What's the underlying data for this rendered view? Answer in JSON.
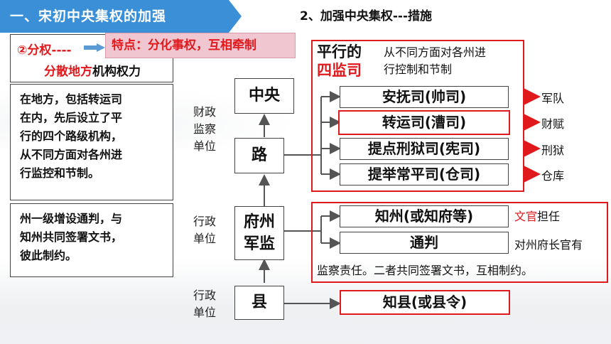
{
  "header": {
    "section_title": "一、宋初中央集权的加强",
    "measures_title": "2、加强中央集权---措施"
  },
  "left_panel": {
    "fenquan_label": "②分权----",
    "fenquan_line2_red": "分散地方",
    "fenquan_line2_black": "机构权力",
    "feature": "特点：分化事权，互相牵制",
    "para1": [
      "在地方，包括转运司",
      "在内，先后设立了平",
      "行的四个路级机构，",
      "从不同方面对各州进",
      "行监控和节制。"
    ],
    "para2": [
      "州一级增设通判，与",
      "知州共同签署文书，",
      "彼此制约。"
    ]
  },
  "diagram": {
    "nodes": {
      "central": "中央",
      "route": "路",
      "prefecture_line1": "府州",
      "prefecture_line2": "军监",
      "county": "县"
    },
    "side_labels": {
      "finance": [
        "财政",
        "监察",
        "单位"
      ],
      "admin1": [
        "行政",
        "单位"
      ],
      "admin2": [
        "行政",
        "单位"
      ]
    },
    "four_offices": {
      "title_line1": "平行的",
      "title_line2": "四监司",
      "note_line1": "从不同方面对各州进",
      "note_line2": "行控制和节制",
      "items": [
        {
          "name": "安抚司(帅司)",
          "result": "军队"
        },
        {
          "name": "转运司(漕司)",
          "result": "财赋"
        },
        {
          "name": "提点刑狱司(宪司)",
          "result": "刑狱"
        },
        {
          "name": "提举常平司(仓司)",
          "result": "仓库"
        }
      ]
    },
    "prefecture": {
      "zhizhou": "知州(或知府等)",
      "wenguan": "文官",
      "danren": "担任",
      "tongpan": "通判",
      "note_line1": "对州府长官有",
      "note_line2": "监察责任。二者共同签署文书，互相制约。"
    },
    "county_office": "知县(或县令)"
  },
  "colors": {
    "banner_blue": "#3a8fd6",
    "red": "#e0191c",
    "feature_bg": "#f0c7d0"
  }
}
